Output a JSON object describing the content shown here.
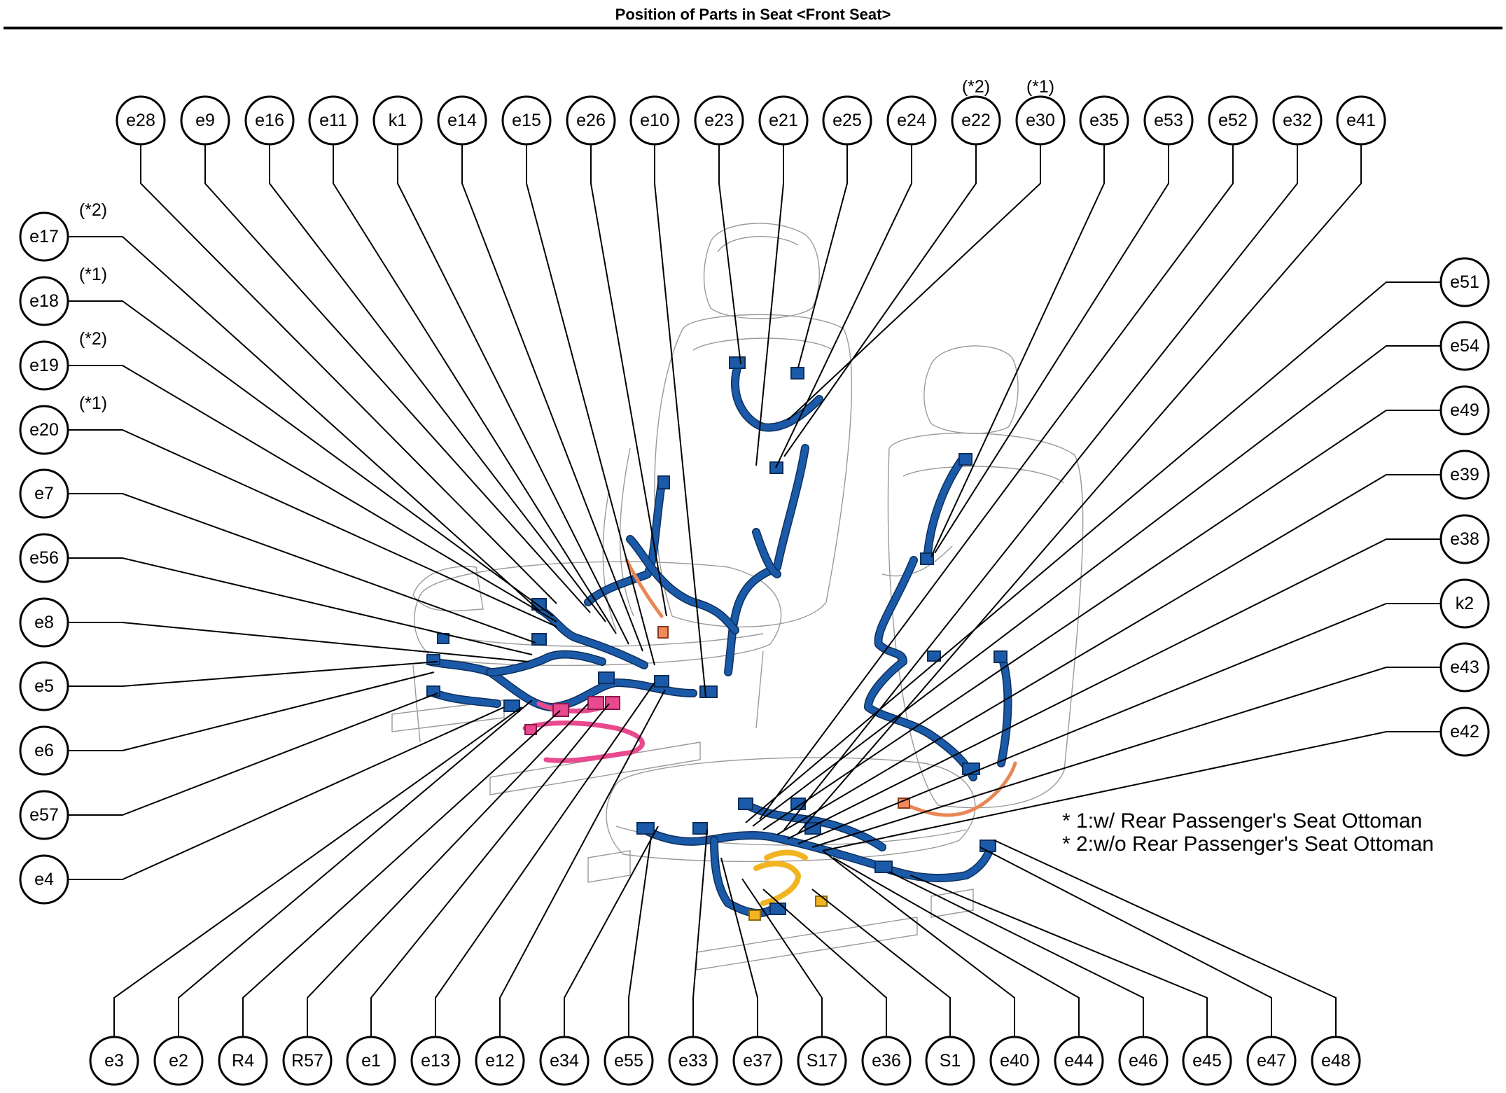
{
  "title": "Position of Parts in Seat <Front Seat>",
  "notes": [
    "* 1:w/ Rear Passenger's Seat Ottoman",
    "* 2:w/o Rear Passenger's Seat Ottoman"
  ],
  "connectors": {
    "top": [
      {
        "id": "e28",
        "note": ""
      },
      {
        "id": "e9",
        "note": ""
      },
      {
        "id": "e16",
        "note": ""
      },
      {
        "id": "e11",
        "note": ""
      },
      {
        "id": "k1",
        "note": ""
      },
      {
        "id": "e14",
        "note": ""
      },
      {
        "id": "e15",
        "note": ""
      },
      {
        "id": "e26",
        "note": ""
      },
      {
        "id": "e10",
        "note": ""
      },
      {
        "id": "e23",
        "note": ""
      },
      {
        "id": "e21",
        "note": ""
      },
      {
        "id": "e25",
        "note": ""
      },
      {
        "id": "e24",
        "note": ""
      },
      {
        "id": "e22",
        "note": "(*2)"
      },
      {
        "id": "e30",
        "note": "(*1)"
      },
      {
        "id": "e35",
        "note": ""
      },
      {
        "id": "e53",
        "note": ""
      },
      {
        "id": "e52",
        "note": ""
      },
      {
        "id": "e32",
        "note": ""
      },
      {
        "id": "e41",
        "note": ""
      }
    ],
    "left": [
      {
        "id": "e17",
        "note": "(*2)"
      },
      {
        "id": "e18",
        "note": "(*1)"
      },
      {
        "id": "e19",
        "note": "(*2)"
      },
      {
        "id": "e20",
        "note": "(*1)"
      },
      {
        "id": "e7",
        "note": ""
      },
      {
        "id": "e56",
        "note": ""
      },
      {
        "id": "e8",
        "note": ""
      },
      {
        "id": "e5",
        "note": ""
      },
      {
        "id": "e6",
        "note": ""
      },
      {
        "id": "e57",
        "note": ""
      },
      {
        "id": "e4",
        "note": ""
      }
    ],
    "right": [
      {
        "id": "e51",
        "note": ""
      },
      {
        "id": "e54",
        "note": ""
      },
      {
        "id": "e49",
        "note": ""
      },
      {
        "id": "e39",
        "note": ""
      },
      {
        "id": "e38",
        "note": ""
      },
      {
        "id": "k2",
        "note": ""
      },
      {
        "id": "e43",
        "note": ""
      },
      {
        "id": "e42",
        "note": ""
      }
    ],
    "bottom": [
      {
        "id": "e3",
        "note": ""
      },
      {
        "id": "e2",
        "note": ""
      },
      {
        "id": "R4",
        "note": ""
      },
      {
        "id": "R57",
        "note": ""
      },
      {
        "id": "e1",
        "note": ""
      },
      {
        "id": "e13",
        "note": ""
      },
      {
        "id": "e12",
        "note": ""
      },
      {
        "id": "e34",
        "note": ""
      },
      {
        "id": "e55",
        "note": ""
      },
      {
        "id": "e33",
        "note": ""
      },
      {
        "id": "e37",
        "note": ""
      },
      {
        "id": "S17",
        "note": ""
      },
      {
        "id": "e36",
        "note": ""
      },
      {
        "id": "S1",
        "note": ""
      },
      {
        "id": "e40",
        "note": ""
      },
      {
        "id": "e44",
        "note": ""
      },
      {
        "id": "e46",
        "note": ""
      },
      {
        "id": "e45",
        "note": ""
      },
      {
        "id": "e47",
        "note": ""
      },
      {
        "id": "e48",
        "note": ""
      }
    ]
  },
  "colors": {
    "harness_main": "#1a5aa8",
    "harness_pink": "#e8498f",
    "harness_orange": "#e98656",
    "harness_yellow": "#f2b521"
  }
}
